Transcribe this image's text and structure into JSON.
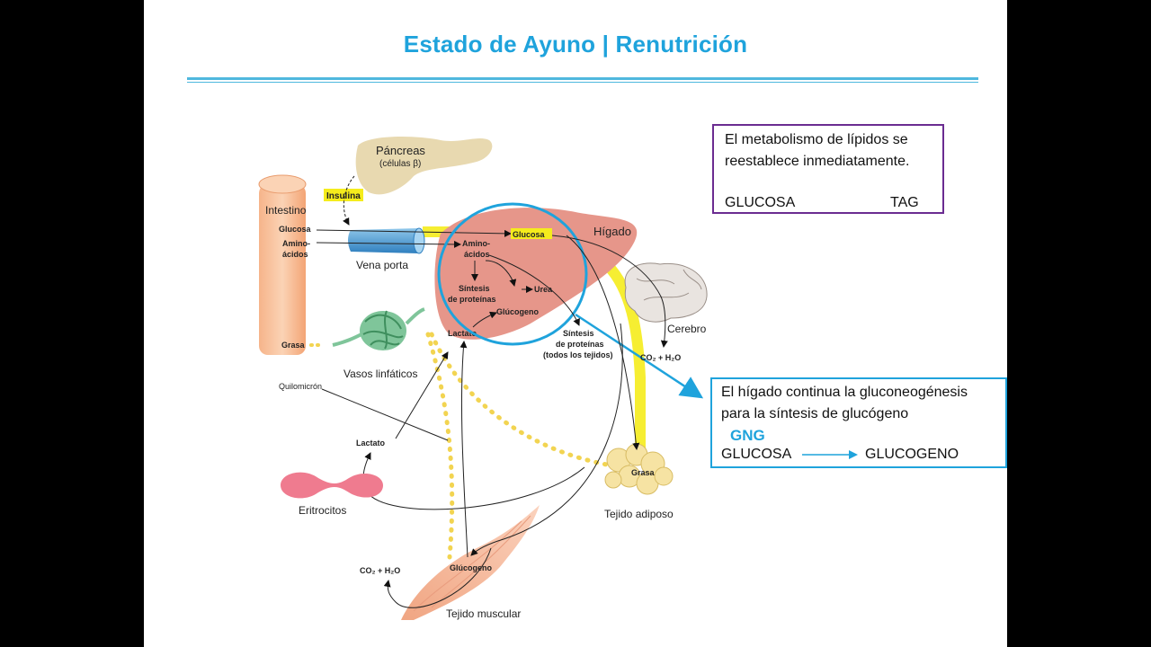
{
  "slide": {
    "title": "Estado de Ayuno | Renutrición"
  },
  "note_lipids": {
    "line1": "El metabolismo de lípidos se",
    "line2": "reestablece inmediatamente.",
    "from": "GLUCOSA",
    "to": "TAG",
    "arrow_color": "#6b2c91"
  },
  "note_liver": {
    "line1": "El hígado continua la gluconeogénesis",
    "line2": "para la síntesis de glucógeno",
    "tag": "GNG",
    "from": "GLUCOSA",
    "to": "GLUCOGENO",
    "arrow_color": "#1fa3dc"
  },
  "diagram": {
    "pancreas": "Páncreas",
    "pancreas_cells": "(células β)",
    "insulin": "Insulina",
    "intestine": "Intestino",
    "glucose_int": "Glucosa",
    "amino1": "Amino-",
    "amino2": "ácidos",
    "fat_int": "Grasa",
    "portal_vein": "Vena porta",
    "liver": "Hígado",
    "liver_glucose": "Glucosa",
    "liver_amino1": "Amino-",
    "liver_amino2": "ácidos",
    "synth1": "Síntesis",
    "synth2": "de proteínas",
    "urea": "Urea",
    "glycogen": "Glúcogeno",
    "lactate_liver": "Lactato",
    "brain": "Cerebro",
    "co2_brain": "CO₂ + H₂O",
    "tissue_synth1": "Síntesis",
    "tissue_synth2": "de proteínas",
    "tissue_synth3": "(todos los tejidos)",
    "lymph": "Vasos linfáticos",
    "chylomicron": "Quilomicrón",
    "lactate": "Lactato",
    "erythrocytes": "Eritrocitos",
    "fat_adipose": "Grasa",
    "adipose": "Tejido adiposo",
    "muscle_glycogen": "Glúcogeno",
    "co2_muscle": "CO₂ + H₂O",
    "muscle": "Tejido muscular"
  },
  "colors": {
    "title": "#1fa3dc",
    "highlight_yellow": "#f5ec1c",
    "liver": "#e6968a",
    "circle": "#1fa3dc"
  }
}
